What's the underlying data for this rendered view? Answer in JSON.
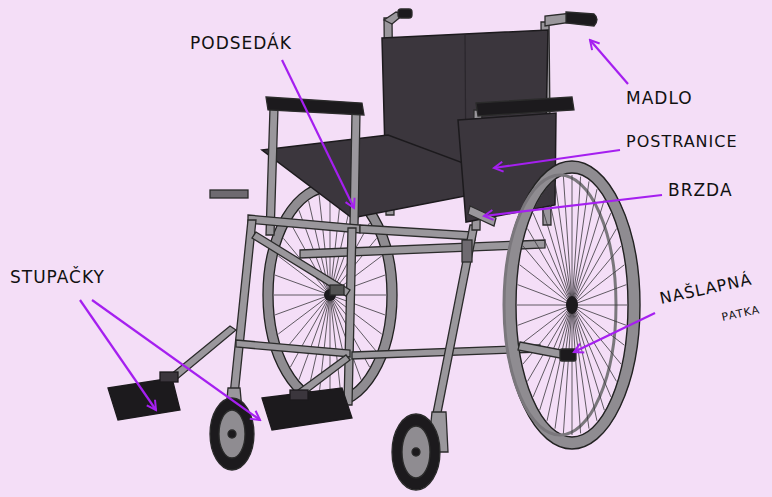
{
  "diagram": {
    "labels": [
      "PODSEDÁK",
      "MADLO",
      "POSTRANICE",
      "BRZDA",
      "STUPAČKY",
      "NAŠLAPNÁ",
      "PATKA"
    ]
  }
}
